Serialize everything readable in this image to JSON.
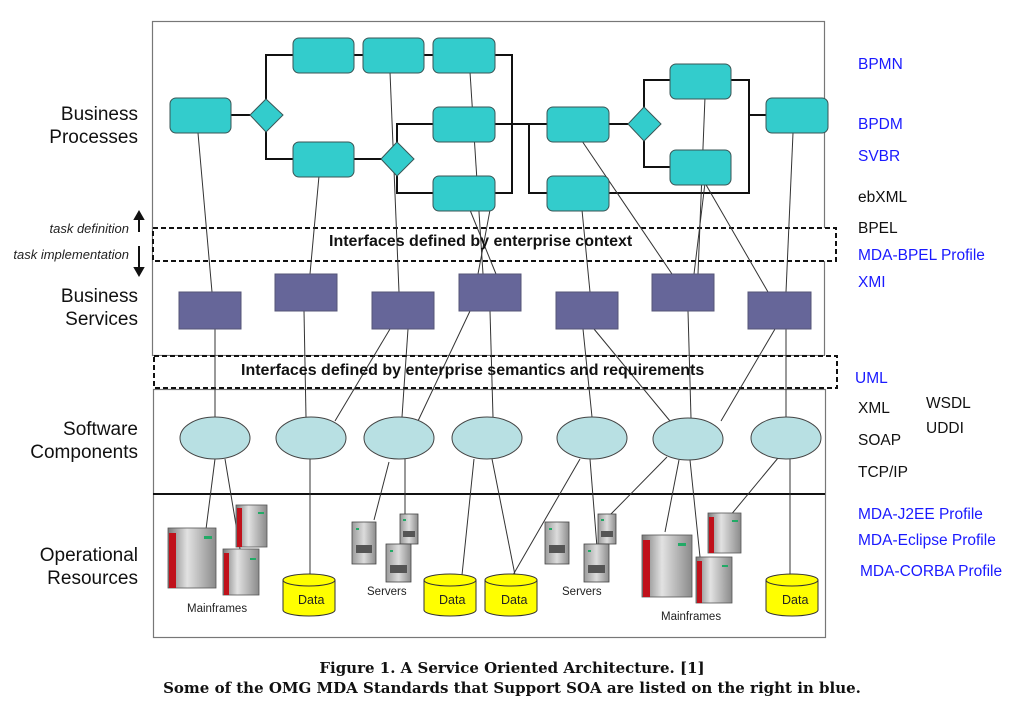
{
  "layers": [
    {
      "id": "business-processes",
      "label_line1": "Business",
      "label_line2": "Processes"
    },
    {
      "id": "business-services",
      "label_line1": "Business",
      "label_line2": "Services"
    },
    {
      "id": "software-components",
      "label_line1": "Software",
      "label_line2": "Components"
    },
    {
      "id": "operational-resources",
      "label_line1": "Operational",
      "label_line2": "Resources"
    }
  ],
  "side_notes": {
    "task_definition": "task definition",
    "task_implementation": "task implementation"
  },
  "interface_bands": {
    "enterprise_context": "Interfaces defined by enterprise context",
    "enterprise_semantics": "Interfaces defined by enterprise semantics and requirements"
  },
  "resources": {
    "mainframes_label": "Mainframes",
    "servers_label": "Servers",
    "data_label": "Data"
  },
  "standards": [
    {
      "text": "BPMN",
      "color": "blue"
    },
    {
      "text": "BPDM",
      "color": "blue"
    },
    {
      "text": "SVBR",
      "color": "blue"
    },
    {
      "text": "ebXML",
      "color": "black"
    },
    {
      "text": "BPEL",
      "color": "black"
    },
    {
      "text": "MDA-BPEL Profile",
      "color": "blue"
    },
    {
      "text": "XMI",
      "color": "blue"
    },
    {
      "text": "UML",
      "color": "blue"
    },
    {
      "text": "XML",
      "color": "black"
    },
    {
      "text": "WSDL",
      "color": "black"
    },
    {
      "text": "SOAP",
      "color": "black"
    },
    {
      "text": "UDDI",
      "color": "black"
    },
    {
      "text": "TCP/IP",
      "color": "black"
    },
    {
      "text": "MDA-J2EE Profile",
      "color": "blue"
    },
    {
      "text": "MDA-Eclipse Profile",
      "color": "blue"
    },
    {
      "text": "MDA-CORBA Profile",
      "color": "blue"
    }
  ],
  "colors": {
    "process_fill": "#33cccc",
    "service_fill": "#666699",
    "component_fill": "#b8e0e3",
    "data_fill": "#ffff00",
    "standard_blue": "#1a1aff",
    "mainframe_red": "#c0111b"
  },
  "caption": {
    "line1": "Figure 1. A Service Oriented Architecture. [1]",
    "line2": "Some of the OMG MDA Standards that Support SOA are listed on the right in blue."
  }
}
